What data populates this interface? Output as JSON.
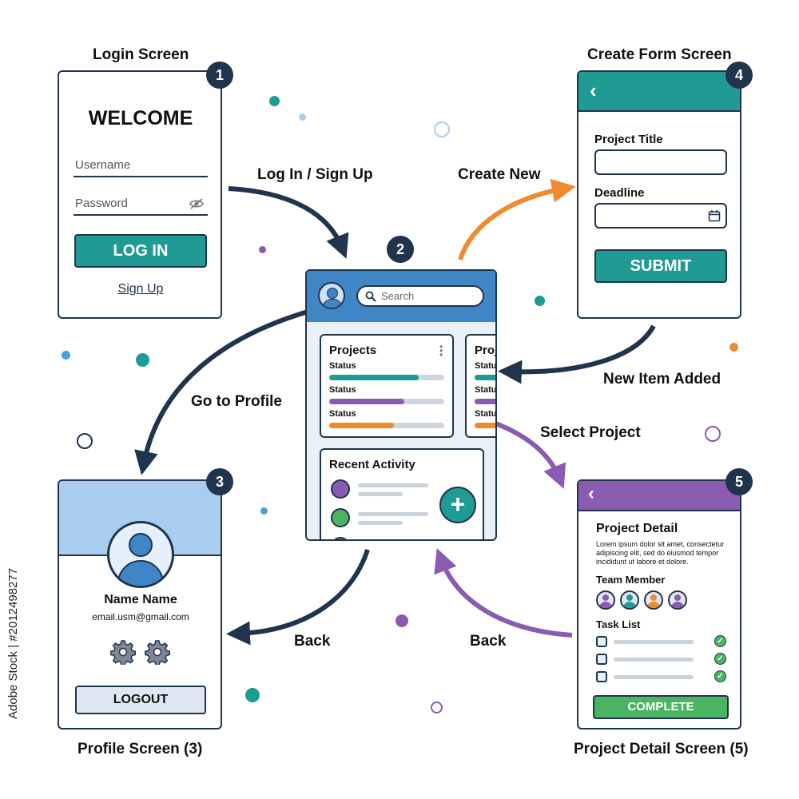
{
  "screens": {
    "login": {
      "caption": "Login Screen",
      "number": "1",
      "welcome": "WELCOME",
      "username_placeholder": "Username",
      "password_placeholder": "Password",
      "login_button": "LOG IN",
      "signup_link": "Sign Up"
    },
    "dashboard": {
      "number": "2",
      "search_placeholder": "Search",
      "projects_title": "Projects",
      "projects_title_2": "Proj",
      "status_label": "Status",
      "status_label_cut": "Statu",
      "status_bars": [
        {
          "color": "#1f9b93",
          "fill": 0.78
        },
        {
          "color": "#8a5bb0",
          "fill": 0.65
        },
        {
          "color": "#ef8a2f",
          "fill": 0.56
        }
      ],
      "recent_activity": "Recent Activity",
      "activity_colors": [
        "#8a5bb0",
        "#4bb462",
        "#4a8fd0"
      ]
    },
    "profile": {
      "caption": "Profile Screen (3)",
      "number": "3",
      "name": "Name Name",
      "email": "email.usm@gmail.com",
      "logout_button": "LOGOUT"
    },
    "create_form": {
      "caption": "Create Form Screen",
      "number": "4",
      "project_title_label": "Project Title",
      "deadline_label": "Deadline",
      "submit_button": "SUBMIT"
    },
    "project_detail": {
      "caption": "Project Detail Screen (5)",
      "number": "5",
      "title": "Project Detail",
      "body": "Lorem ipsum dolor sit amet, consectetur adipiscing elit, sed do eiusmod tempor incididunt ut labore et dolore.",
      "team_label": "Team Member",
      "team_colors": [
        "#8a5bb0",
        "#1f9b93",
        "#ef8a2f",
        "#8a5bb0"
      ],
      "task_label": "Task List",
      "complete_button": "COMPLETE"
    }
  },
  "flows": {
    "login_to_dashboard": "Log In / Sign Up",
    "dashboard_to_form": "Create New",
    "form_to_dashboard": "New Item Added",
    "dashboard_to_profile": "Go to Profile",
    "dashboard_to_detail": "Select Project",
    "profile_back": "Back",
    "detail_back": "Back"
  },
  "watermark_id": "#2012498277",
  "watermark_brand": "Adobe Stock",
  "colors": {
    "navy": "#20344d",
    "teal": "#1f9b93",
    "purple": "#8a5bb0",
    "orange": "#ef8a2f",
    "blue_header": "#3f86c6",
    "light_blue": "#a9cdef",
    "green": "#4bb462"
  }
}
